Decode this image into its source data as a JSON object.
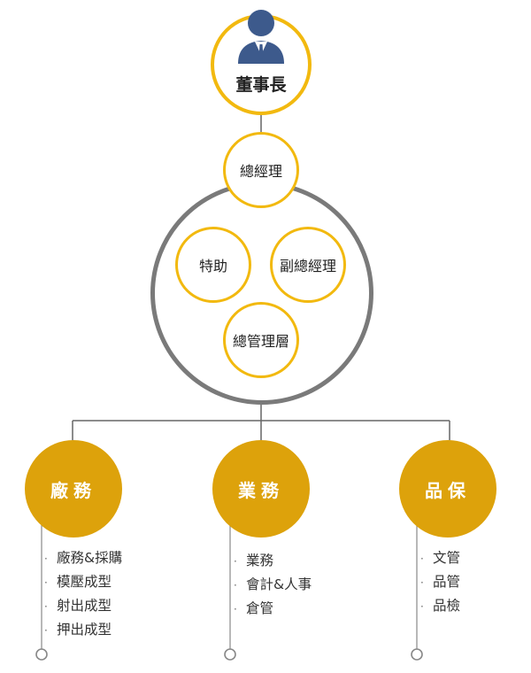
{
  "chairman": {
    "label": "董事長",
    "icon": "businessman-avatar-icon"
  },
  "general_manager": {
    "label": "總經理"
  },
  "management": [
    {
      "label": "特助"
    },
    {
      "label": "副總經理"
    },
    {
      "label": "總管理層"
    }
  ],
  "departments": [
    {
      "label": "廠務",
      "items": [
        "廠務&採購",
        "模壓成型",
        "射出成型",
        "押出成型"
      ]
    },
    {
      "label": "業務",
      "items": [
        "業務",
        "會計&人事",
        "倉管"
      ]
    },
    {
      "label": "品保",
      "items": [
        "文管",
        "品管",
        "品檢"
      ]
    }
  ],
  "colors": {
    "ring": "#f2b90f",
    "dept": "#dda20b",
    "frame": "#7a7a7a",
    "avatar": "#3d5a8c"
  }
}
